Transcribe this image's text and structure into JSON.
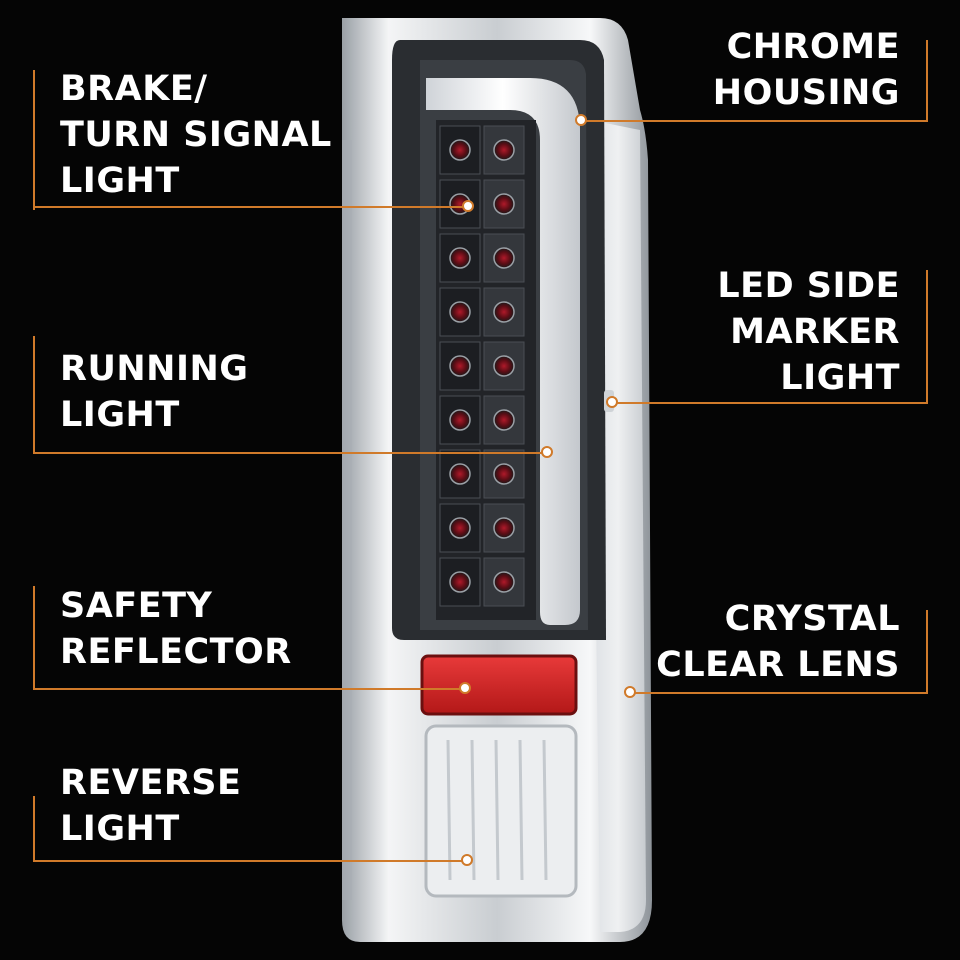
{
  "callouts": {
    "brake": {
      "lines": [
        "BRAKE/",
        "TURN SIGNAL",
        "LIGHT"
      ]
    },
    "chrome": {
      "lines": [
        "CHROME",
        "HOUSING"
      ]
    },
    "running": {
      "lines": [
        "RUNNING",
        "LIGHT"
      ]
    },
    "side_marker": {
      "lines": [
        "LED SIDE",
        "MARKER",
        "LIGHT"
      ]
    },
    "reflector": {
      "lines": [
        "SAFETY",
        "REFLECTOR"
      ]
    },
    "lens": {
      "lines": [
        "CRYSTAL",
        "CLEAR LENS"
      ]
    },
    "reverse": {
      "lines": [
        "REVERSE",
        "LIGHT"
      ]
    }
  },
  "colors": {
    "background": "#050505",
    "leader": "#d07a2a",
    "label": "#ffffff",
    "reflector": "#d42a2a",
    "led": "#8a1420",
    "chrome": "#e9ebee"
  }
}
